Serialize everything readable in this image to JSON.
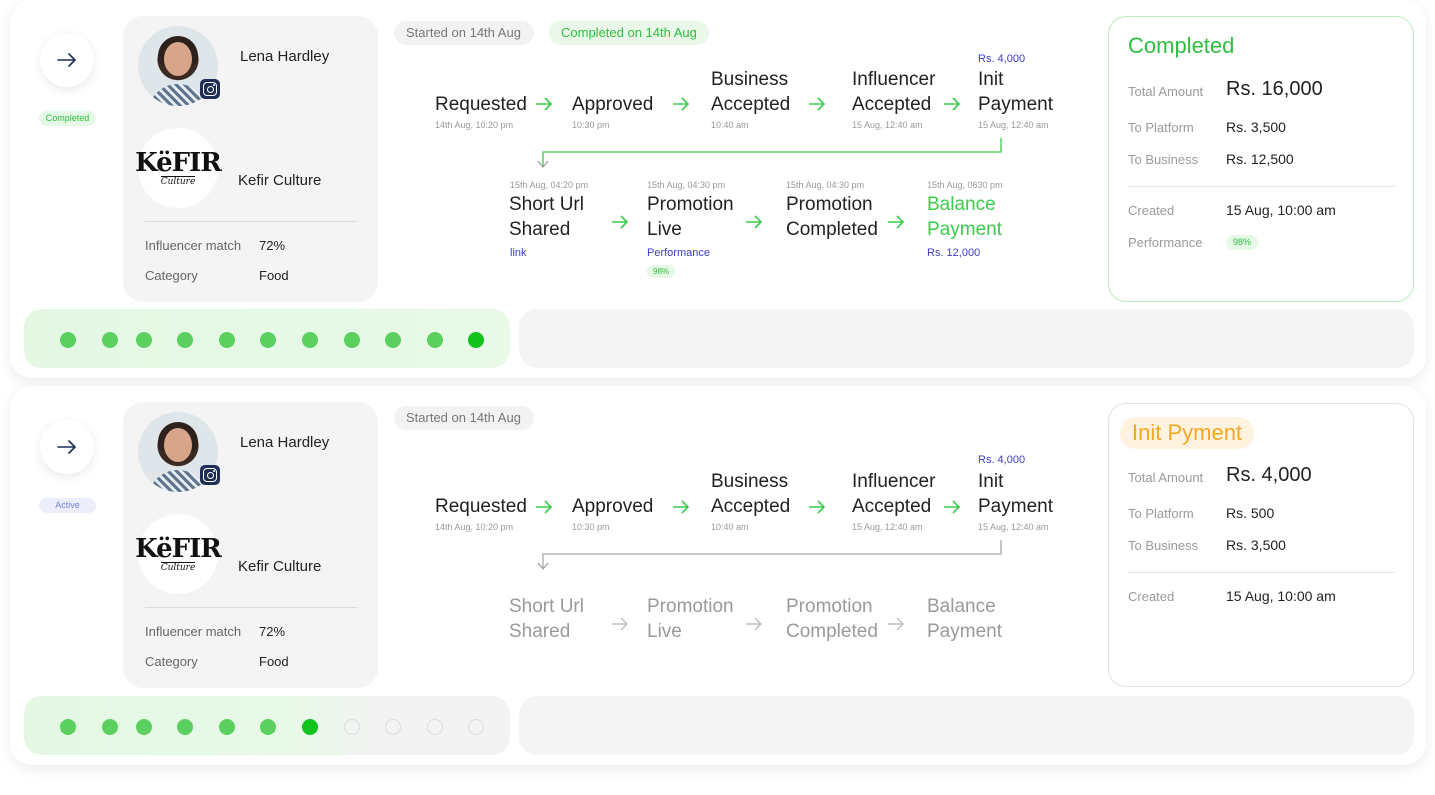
{
  "colors": {
    "green": "#2fbf3f",
    "orange": "#f5a623",
    "link_blue": "#3b3bcf",
    "grey_text": "#9a9a9a"
  },
  "campaigns": [
    {
      "status": "Completed",
      "influencer": {
        "name": "Lena Hardley",
        "social_icon": "instagram-icon"
      },
      "brand": {
        "name": "Kefir Culture",
        "logo_line1": "KëFIR",
        "logo_line2": "Culture"
      },
      "meta": [
        {
          "label": "Influencer match",
          "value": "72%"
        },
        {
          "label": "Category",
          "value": "Food"
        }
      ],
      "tags": [
        "Started on 14th Aug",
        "Completed on 14th Aug"
      ],
      "row1": [
        {
          "title": "Requested",
          "sub": "14th Aug, 10:20 pm"
        },
        {
          "title": "Approved",
          "sub": "10:30 pm"
        },
        {
          "title": "Business Accepted",
          "sub": "10:40 am"
        },
        {
          "title": "Influencer Accepted",
          "sub": "15 Aug, 12:40 am"
        },
        {
          "title": "Init Payment",
          "sub": "15 Aug, 12:40 am",
          "amount": "Rs. 4,000"
        }
      ],
      "row2": [
        {
          "title": "Short Url Shared",
          "time": "15th Aug, 04:20 pm",
          "link": "link"
        },
        {
          "title": "Promotion Live",
          "time": "15th Aug, 04:30 pm",
          "link": "Performance",
          "badge": "98%"
        },
        {
          "title": "Promotion Completed",
          "time": "15th Aug, 04:30 pm"
        },
        {
          "title": "Balance Payment",
          "time": "15th Aug, 0630 pm",
          "link": "Rs. 12,000"
        }
      ],
      "summary": {
        "title": "Completed",
        "total_label": "Total Amount",
        "total_value": "Rs. 16,000",
        "platform_label": "To Platform",
        "platform_value": "Rs. 3,500",
        "business_label": "To Business",
        "business_value": "Rs. 12,500",
        "created_label": "Created",
        "created_value": "15 Aug, 10:00 am",
        "performance_label": "Performance",
        "performance_value": "98%"
      },
      "progress": {
        "total": 11,
        "completed": 10,
        "current_index": 10
      }
    },
    {
      "status": "Active",
      "influencer": {
        "name": "Lena Hardley",
        "social_icon": "instagram-icon"
      },
      "brand": {
        "name": "Kefir Culture",
        "logo_line1": "KëFIR",
        "logo_line2": "Culture"
      },
      "meta": [
        {
          "label": "Influencer match",
          "value": "72%"
        },
        {
          "label": "Category",
          "value": "Food"
        }
      ],
      "tags": [
        "Started on 14th Aug"
      ],
      "row1": [
        {
          "title": "Requested",
          "sub": "14th Aug, 10:20 pm"
        },
        {
          "title": "Approved",
          "sub": "10:30 pm"
        },
        {
          "title": "Business Accepted",
          "sub": "10:40 am"
        },
        {
          "title": "Influencer Accepted",
          "sub": "15 Aug, 12:40 am"
        },
        {
          "title": "Init Payment",
          "sub": "15 Aug, 12:40 am",
          "amount": "Rs. 4,000"
        }
      ],
      "row2": [
        {
          "title": "Short Url Shared"
        },
        {
          "title": "Promotion Live"
        },
        {
          "title": "Promotion Completed"
        },
        {
          "title": "Balance Payment"
        }
      ],
      "summary": {
        "title": "Init Pyment",
        "total_label": "Total Amount",
        "total_value": "Rs. 4,000",
        "platform_label": "To Platform",
        "platform_value": "Rs. 500",
        "business_label": "To Business",
        "business_value": "Rs. 3,500",
        "created_label": "Created",
        "created_value": "15 Aug, 10:00 am"
      },
      "progress": {
        "total": 11,
        "completed": 6,
        "current_index": 6
      }
    }
  ]
}
